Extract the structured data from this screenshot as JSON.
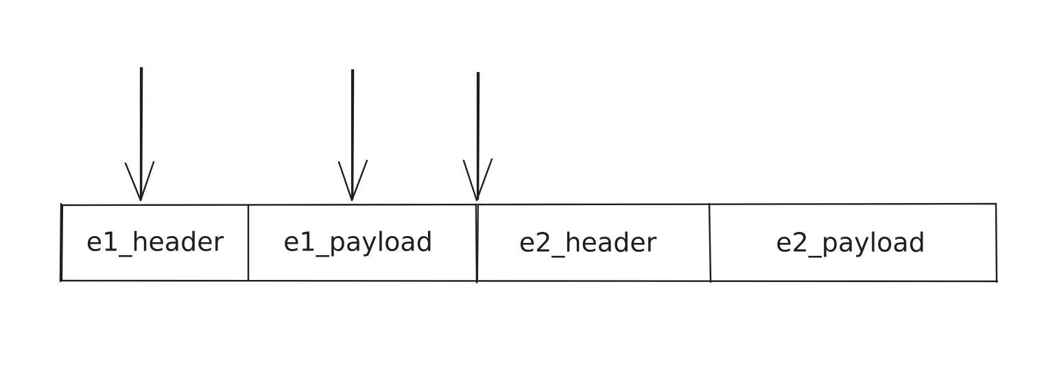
{
  "buffer": {
    "cells": [
      {
        "label": "e1_header"
      },
      {
        "label": "e1_payload"
      },
      {
        "label": "e2_header"
      },
      {
        "label": "e2_payload"
      }
    ]
  },
  "pointers": [
    {
      "name": "pointer-arrow-1"
    },
    {
      "name": "pointer-arrow-2"
    },
    {
      "name": "pointer-arrow-3"
    }
  ],
  "colors": {
    "ink": "#1e1e1e",
    "background": "#ffffff"
  }
}
